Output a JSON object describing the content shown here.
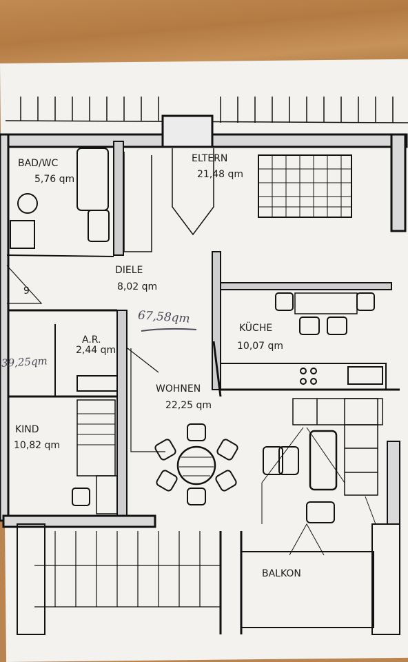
{
  "plan": {
    "rooms": [
      {
        "key": "bad",
        "name": "BAD/WC",
        "area": "5,76 qm"
      },
      {
        "key": "eltern",
        "name": "ELTERN",
        "area": "21,48 qm"
      },
      {
        "key": "diele",
        "name": "DIELE",
        "area": "8,02 qm"
      },
      {
        "key": "kueche",
        "name": "KÜCHE",
        "area": "10,07 qm"
      },
      {
        "key": "ar",
        "name": "A.R.",
        "area": "2,44 qm"
      },
      {
        "key": "wohnen",
        "name": "WOHNEN",
        "area": "22,25 qm"
      },
      {
        "key": "kind",
        "name": "KIND",
        "area": "10,82 qm"
      },
      {
        "key": "balkon",
        "name": "BALKON"
      }
    ],
    "handwritten_total": "67,58qm",
    "handwritten_side": "39,25qm",
    "stair_label": "9"
  }
}
